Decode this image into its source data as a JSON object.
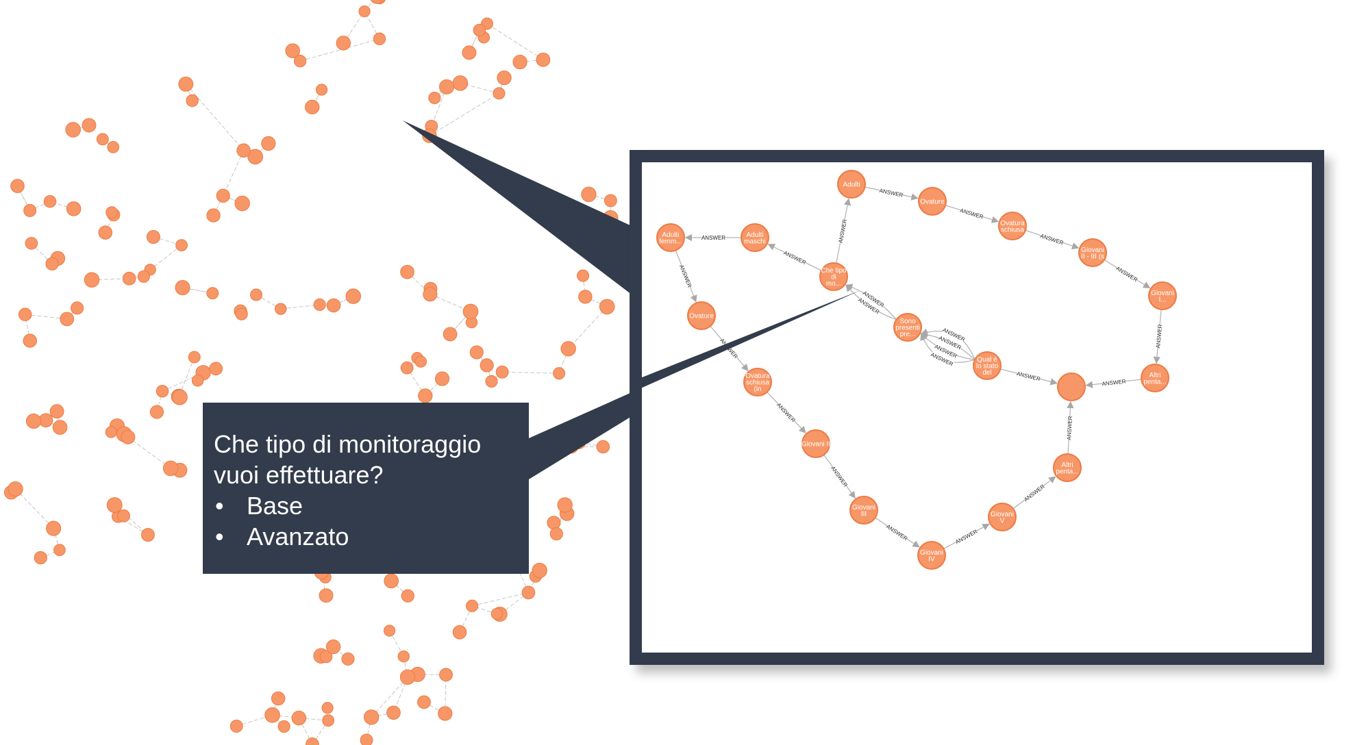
{
  "question": {
    "text": "Che tipo di monitoraggio vuoi effettuare?",
    "options": [
      "Base",
      "Avanzato"
    ]
  },
  "colors": {
    "node_fill": "#f79767",
    "node_stroke": "#ec7b45",
    "edge": "#b5b5b5",
    "callout": "#333c4c"
  },
  "zoom_graph": {
    "relationship_label": "ANSWER",
    "nodes": [
      {
        "id": "adulti",
        "label": [
          "Adulti"
        ]
      },
      {
        "id": "ovature1",
        "label": [
          "Ovature"
        ]
      },
      {
        "id": "ovatura_schiusa",
        "label": [
          "Ovatura",
          "schiusa"
        ]
      },
      {
        "id": "giovani_ii_iii",
        "label": [
          "Giovani",
          "II - III (s"
        ]
      },
      {
        "id": "giovani_i",
        "label": [
          "Giovani",
          "I..."
        ]
      },
      {
        "id": "altri_penta1",
        "label": [
          "Altri",
          "penta..."
        ]
      },
      {
        "id": "blank",
        "label": []
      },
      {
        "id": "adulti_femm",
        "label": [
          "Adulti",
          "femm..."
        ]
      },
      {
        "id": "adulti_maschi",
        "label": [
          "Adulti",
          "maschi"
        ]
      },
      {
        "id": "che_tipo",
        "label": [
          "Che tipo",
          "di",
          "mo..."
        ]
      },
      {
        "id": "ovature2",
        "label": [
          "Ovature"
        ]
      },
      {
        "id": "sono_presenti",
        "label": [
          "Sono",
          "presenti",
          "pre..."
        ]
      },
      {
        "id": "qual_e",
        "label": [
          "Qual è",
          "lo stato",
          "del"
        ]
      },
      {
        "id": "ovatura_schiusa_in",
        "label": [
          "Ovatura",
          "schiusa",
          "(in"
        ]
      },
      {
        "id": "giovani_ii",
        "label": [
          "Giovani II"
        ]
      },
      {
        "id": "giovani_iii",
        "label": [
          "Giovani",
          "III"
        ]
      },
      {
        "id": "giovani_iv",
        "label": [
          "Giovani",
          "IV"
        ]
      },
      {
        "id": "giovani_v",
        "label": [
          "Giovani",
          "V"
        ]
      },
      {
        "id": "altri_penta2",
        "label": [
          "Altri",
          "penta..."
        ]
      }
    ],
    "edges": [
      [
        "che_tipo",
        "adulti"
      ],
      [
        "adulti",
        "ovature1"
      ],
      [
        "ovature1",
        "ovatura_schiusa"
      ],
      [
        "ovatura_schiusa",
        "giovani_ii_iii"
      ],
      [
        "giovani_ii_iii",
        "giovani_i"
      ],
      [
        "giovani_i",
        "altri_penta1"
      ],
      [
        "altri_penta1",
        "blank"
      ],
      [
        "che_tipo",
        "adulti_maschi"
      ],
      [
        "adulti_maschi",
        "adulti_femm"
      ],
      [
        "adulti_femm",
        "ovature2"
      ],
      [
        "ovature2",
        "ovatura_schiusa_in"
      ],
      [
        "ovatura_schiusa_in",
        "giovani_ii"
      ],
      [
        "giovani_ii",
        "giovani_iii"
      ],
      [
        "giovani_iii",
        "giovani_iv"
      ],
      [
        "giovani_iv",
        "giovani_v"
      ],
      [
        "giovani_v",
        "altri_penta2"
      ],
      [
        "altri_penta2",
        "blank"
      ],
      [
        "sono_presenti",
        "che_tipo"
      ],
      [
        "sono_presenti",
        "che_tipo"
      ],
      [
        "qual_e",
        "sono_presenti"
      ],
      [
        "qual_e",
        "sono_presenti"
      ],
      [
        "qual_e",
        "sono_presenti"
      ],
      [
        "qual_e",
        "sono_presenti"
      ],
      [
        "qual_e",
        "blank"
      ]
    ]
  }
}
